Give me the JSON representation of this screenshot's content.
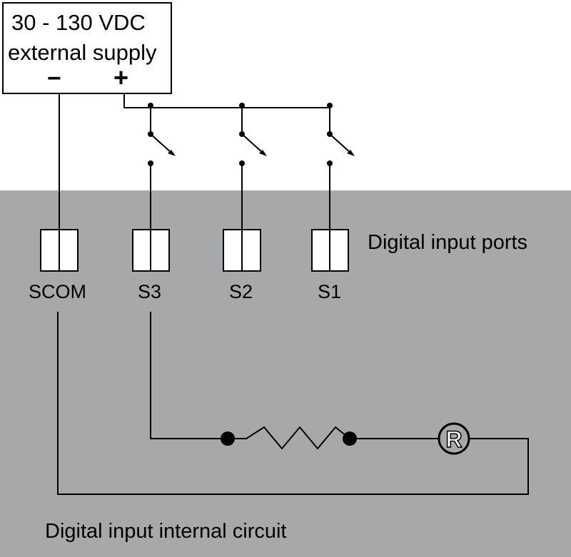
{
  "supply": {
    "line1": "30 - 130 VDC",
    "line2": "external supply",
    "minus": "−",
    "plus": "+"
  },
  "ports": {
    "heading": "Digital input ports",
    "labels": [
      "SCOM",
      "S3",
      "S2",
      "S1"
    ]
  },
  "internal": {
    "caption": "Digital input internal circuit",
    "led_symbol": "R"
  },
  "colors": {
    "internal_background": "#a7a8aa",
    "line": "#000000",
    "terminal_fill": "#ffffff"
  },
  "icons": {
    "switch": "switch-icon",
    "resistor": "resistor-icon",
    "indicator": "registered-circle-icon"
  }
}
